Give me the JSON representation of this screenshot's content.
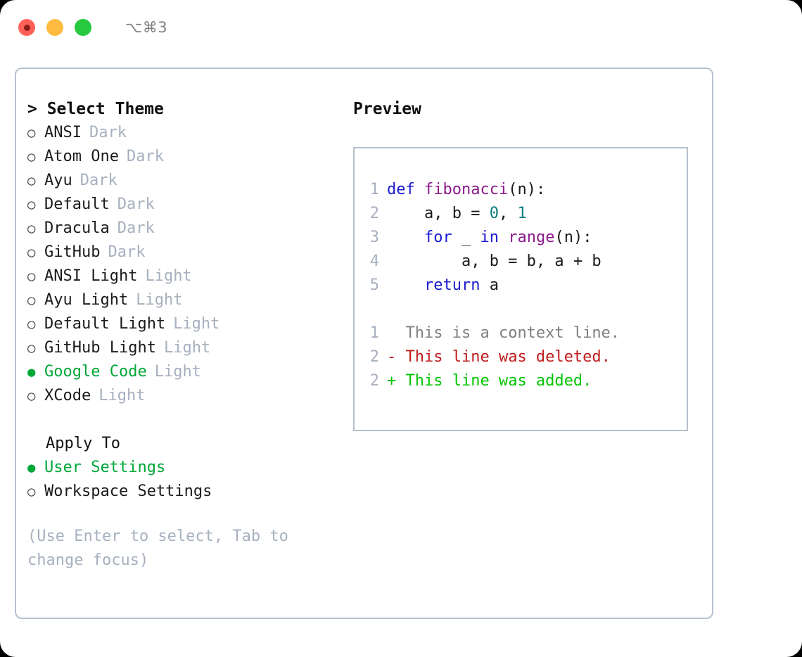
{
  "titlebar": {
    "shortcut": "⌥⌘3",
    "buttons": [
      {
        "name": "close",
        "color": "#ff6159"
      },
      {
        "name": "minimize",
        "color": "#fdbc40"
      },
      {
        "name": "zoom",
        "color": "#27c93f"
      }
    ]
  },
  "theme_panel": {
    "heading": "> Select Theme",
    "options": [
      {
        "label": "ANSI",
        "badge": "Dark",
        "selected": false,
        "marker": "○"
      },
      {
        "label": "Atom One",
        "badge": "Dark",
        "selected": false,
        "marker": "○"
      },
      {
        "label": "Ayu",
        "badge": "Dark",
        "selected": false,
        "marker": "○"
      },
      {
        "label": "Default",
        "badge": "Dark",
        "selected": false,
        "marker": "○"
      },
      {
        "label": "Dracula",
        "badge": "Dark",
        "selected": false,
        "marker": "○"
      },
      {
        "label": "GitHub",
        "badge": "Dark",
        "selected": false,
        "marker": "○"
      },
      {
        "label": "ANSI Light",
        "badge": "Light",
        "selected": false,
        "marker": "○"
      },
      {
        "label": "Ayu Light",
        "badge": "Light",
        "selected": false,
        "marker": "○"
      },
      {
        "label": "Default Light",
        "badge": "Light",
        "selected": false,
        "marker": "○"
      },
      {
        "label": "GitHub Light",
        "badge": "Light",
        "selected": false,
        "marker": "○"
      },
      {
        "label": "Google Code",
        "badge": "Light",
        "selected": true,
        "marker": "●"
      },
      {
        "label": "XCode",
        "badge": "Light",
        "selected": false,
        "marker": "○"
      }
    ]
  },
  "apply_to": {
    "title": "Apply To",
    "options": [
      {
        "label": "User Settings",
        "selected": true,
        "marker": "●"
      },
      {
        "label": "Workspace Settings",
        "selected": false,
        "marker": "○"
      }
    ]
  },
  "hint": "(Use Enter to select, Tab to change focus)",
  "preview": {
    "heading": "Preview",
    "code_lines": [
      {
        "no": "1",
        "tokens": [
          {
            "t": "def ",
            "c": "kw"
          },
          {
            "t": "fibonacci",
            "c": "fn"
          },
          {
            "t": "(n):",
            "c": "plain"
          }
        ]
      },
      {
        "no": "2",
        "tokens": [
          {
            "t": "    a, b = ",
            "c": "plain"
          },
          {
            "t": "0",
            "c": "num"
          },
          {
            "t": ", ",
            "c": "plain"
          },
          {
            "t": "1",
            "c": "num"
          }
        ]
      },
      {
        "no": "3",
        "tokens": [
          {
            "t": "    ",
            "c": "plain"
          },
          {
            "t": "for",
            "c": "kw"
          },
          {
            "t": " _ ",
            "c": "plain"
          },
          {
            "t": "in",
            "c": "kw"
          },
          {
            "t": " ",
            "c": "plain"
          },
          {
            "t": "range",
            "c": "fn"
          },
          {
            "t": "(n):",
            "c": "plain"
          }
        ]
      },
      {
        "no": "4",
        "tokens": [
          {
            "t": "        a, b = b, a + b",
            "c": "plain"
          }
        ]
      },
      {
        "no": "5",
        "tokens": [
          {
            "t": "    ",
            "c": "plain"
          },
          {
            "t": "return",
            "c": "kw"
          },
          {
            "t": " a",
            "c": "plain"
          }
        ]
      }
    ],
    "diff_lines": [
      {
        "no": "1",
        "marker": "  ",
        "text": "This is a context line.",
        "kind": "ctx"
      },
      {
        "no": "2",
        "marker": "- ",
        "text": "This line was deleted.",
        "kind": "del"
      },
      {
        "no": "2",
        "marker": "+ ",
        "text": "This line was added.",
        "kind": "add"
      }
    ]
  },
  "colors": {
    "accent_green": "#00a838",
    "muted": "#a6b0bf",
    "border": "#b7c0cd",
    "keyword": "#1a1ad0",
    "function": "#8b1a8b",
    "number": "#0b7d7d",
    "diff_deleted": "#c01b1b",
    "diff_added": "#00c400",
    "diff_context": "#808080"
  }
}
